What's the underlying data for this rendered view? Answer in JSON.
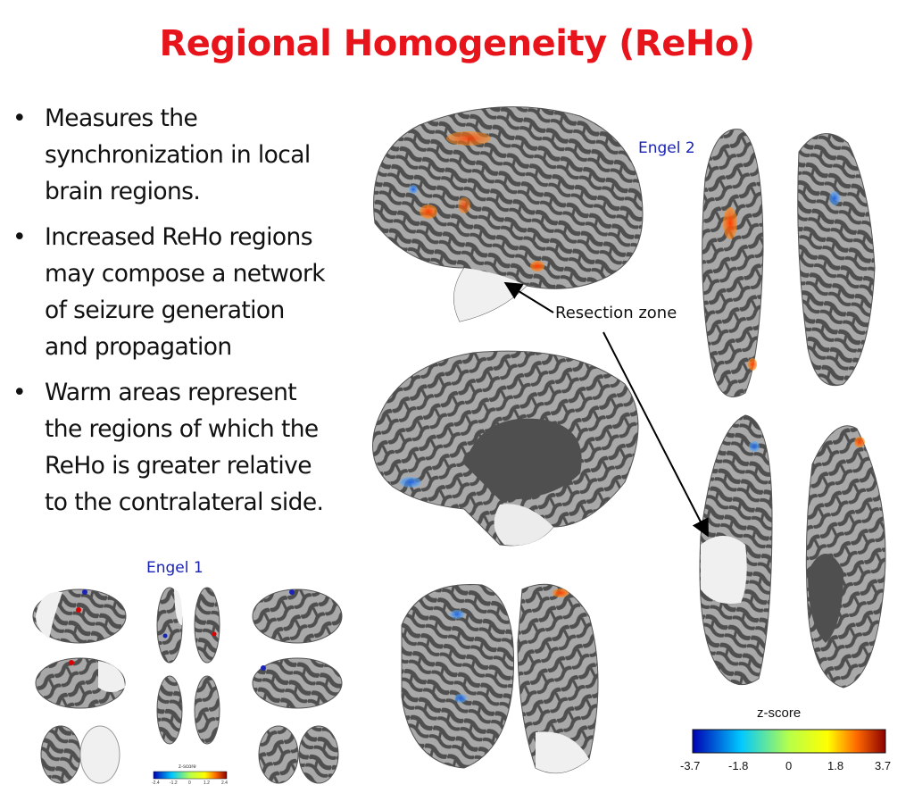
{
  "slide": {
    "title": "Regional Homogeneity (ReHo)",
    "bullets": [
      {
        "lines": [
          "Measures the",
          "synchronization in local",
          "brain regions."
        ]
      },
      {
        "lines": [
          "Increased ReHo regions",
          "may compose a network",
          "of seizure generation",
          "and propagation"
        ]
      },
      {
        "lines": [
          "Warm areas represent",
          "the regions of which the",
          "ReHo is greater relative",
          "to the contralateral side."
        ]
      }
    ],
    "bullet_glyph": "•"
  },
  "figure_main": {
    "engel_label": "Engel 2",
    "annotation": "Resection zone",
    "colorbar": {
      "title": "z-score",
      "ticks": [
        "-3.7",
        "-1.8",
        "0",
        "1.8",
        "3.7"
      ],
      "colors": [
        "#0000b4",
        "#00c8ff",
        "#ffff00",
        "#ff6a00",
        "#8b0000"
      ]
    }
  },
  "figure_small": {
    "engel_label": "Engel 1",
    "colorbar": {
      "title": "z-score",
      "ticks": [
        "-2.4",
        "-1.2",
        "0",
        "1.2",
        "2.4"
      ]
    }
  },
  "colors": {
    "title": "#e8141b",
    "engel_label": "#1a23b8",
    "cortex_dark": "#4f4f4f",
    "cortex_light": "#a9a9a9",
    "resection": "#f2f2f2",
    "warm": "#ff6a00",
    "cool": "#2a7fe0"
  }
}
